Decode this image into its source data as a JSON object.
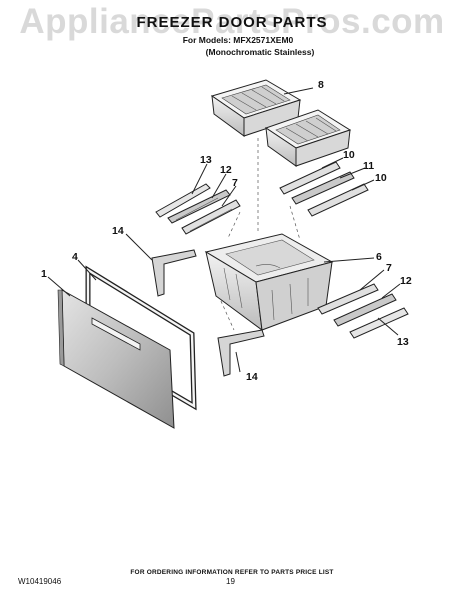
{
  "watermark": "AppliancePartsPros.com",
  "title": "FREEZER DOOR PARTS",
  "subtitle_line1": "For Models: MFX2571XEM0",
  "subtitle_line2": "(Monochromatic Stainless)",
  "callouts": {
    "c1": "1",
    "c4": "4",
    "c6": "6",
    "c7a": "7",
    "c7b": "7",
    "c8": "8",
    "c10a": "10",
    "c10b": "10",
    "c11": "11",
    "c12a": "12",
    "c12b": "12",
    "c13a": "13",
    "c13b": "13",
    "c14a": "14",
    "c14b": "14"
  },
  "footer": {
    "ordering_info": "FOR ORDERING INFORMATION REFER TO PARTS PRICE LIST",
    "doc_number": "W10419046",
    "page_number": "19"
  }
}
